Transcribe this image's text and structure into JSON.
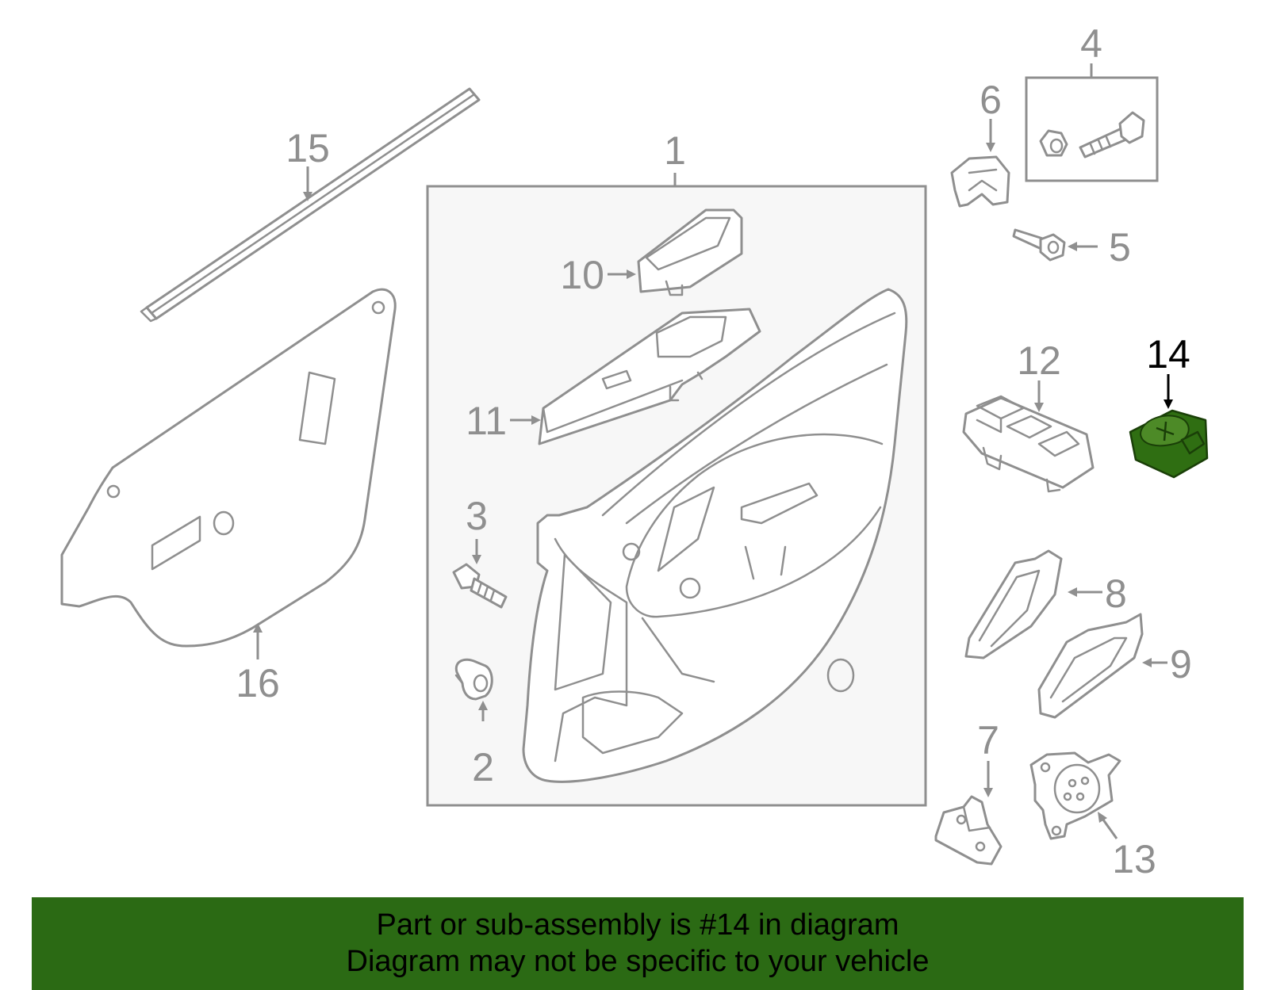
{
  "diagram": {
    "highlight_color": "#2b6a14",
    "highlighted_part": "14",
    "callouts": [
      {
        "id": "c1",
        "label": "1"
      },
      {
        "id": "c2",
        "label": "2"
      },
      {
        "id": "c3",
        "label": "3"
      },
      {
        "id": "c4",
        "label": "4"
      },
      {
        "id": "c5",
        "label": "5"
      },
      {
        "id": "c6",
        "label": "6"
      },
      {
        "id": "c7",
        "label": "7"
      },
      {
        "id": "c8",
        "label": "8"
      },
      {
        "id": "c9",
        "label": "9"
      },
      {
        "id": "c10",
        "label": "10"
      },
      {
        "id": "c11",
        "label": "11"
      },
      {
        "id": "c12",
        "label": "12"
      },
      {
        "id": "c13",
        "label": "13"
      },
      {
        "id": "c14",
        "label": "14"
      },
      {
        "id": "c15",
        "label": "15"
      },
      {
        "id": "c16",
        "label": "16"
      }
    ]
  },
  "banner": {
    "line1": "Part or sub-assembly is #14 in diagram",
    "line2": "Diagram may not be specific to your vehicle"
  }
}
